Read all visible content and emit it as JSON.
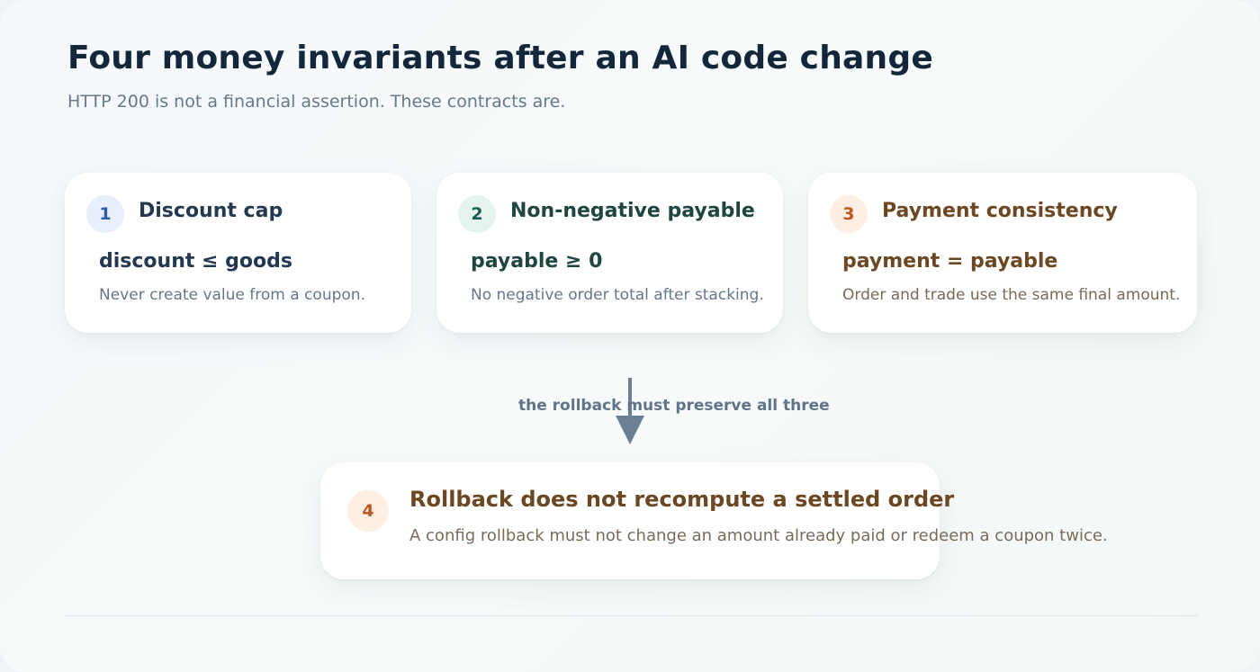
{
  "header": {
    "title": "Four money invariants after an AI code change",
    "subtitle": "HTTP 200 is not a financial assertion. These contracts are."
  },
  "invariants": [
    {
      "number": "1",
      "title": "Discount cap",
      "formula": "discount ≤ goods",
      "description": "Never create value from a coupon.",
      "color": "#2d5aa5"
    },
    {
      "number": "2",
      "title": "Non-negative payable",
      "formula": "payable ≥ 0",
      "description": "No negative order total after stacking.",
      "color": "#1d5c50"
    },
    {
      "number": "3",
      "title": "Payment consistency",
      "formula": "payment = payable",
      "description": "Order and trade use the same final amount.",
      "color": "#b8581f"
    }
  ],
  "connector": {
    "label": "the rollback must preserve all three",
    "color": "#6b7f94"
  },
  "final_invariant": {
    "number": "4",
    "title": "Rollback does not recompute a settled order",
    "description": "A config rollback must not change an amount already paid or redeem a coupon twice.",
    "color": "#b8581f"
  }
}
